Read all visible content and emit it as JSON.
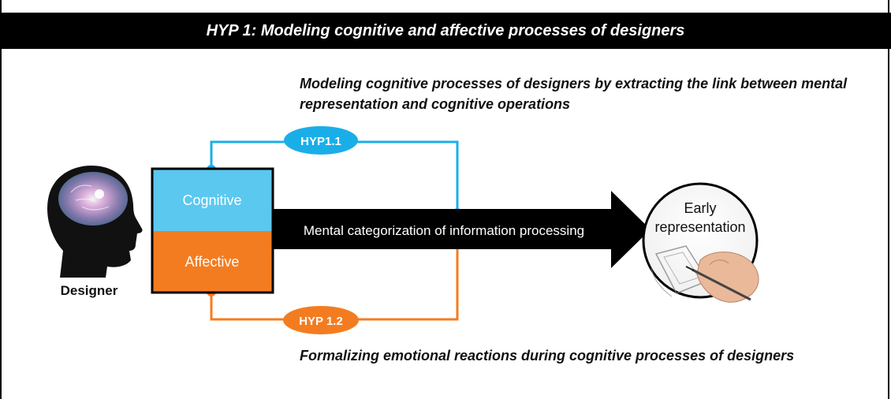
{
  "title": "HYP 1: Modeling cognitive and affective processes of designers",
  "hyp1_1": {
    "label": "HYP1.1",
    "description": "Modeling cognitive processes of designers by extracting the link between mental representation and cognitive operations",
    "color": "#1aaee8"
  },
  "hyp1_2": {
    "label": "HYP 1.2",
    "description": "Formalizing emotional reactions during cognitive processes of designers",
    "color": "#f47c20"
  },
  "designer": {
    "label": "Designer"
  },
  "box": {
    "cognitive_label": "Cognitive",
    "affective_label": "Affective",
    "cognitive_color": "#5bc8f0",
    "affective_color": "#f47c20"
  },
  "arrow": {
    "label": "Mental categorization of information processing"
  },
  "output": {
    "line1": "Early",
    "line2": "representation"
  }
}
